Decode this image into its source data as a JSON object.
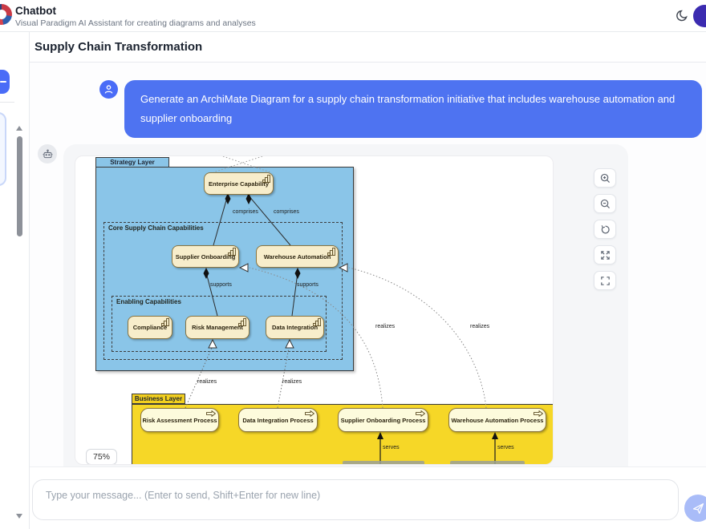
{
  "header": {
    "app_title": "Chatbot",
    "app_subtitle": "Visual Paradigm AI Assistant for creating diagrams and analyses",
    "icons": {
      "theme_toggle": "moon-icon",
      "user": "avatar-circle"
    },
    "avatar_color": "#3b2bb0"
  },
  "subheader": {
    "title": "Supply Chain Transformation"
  },
  "chat": {
    "user_message": "Generate an ArchiMate Diagram for a supply chain transformation initiative that includes warehouse automation and supplier onboarding",
    "zoom_badge": "75%",
    "icons": {
      "user_avatar": "person-icon",
      "bot_avatar": "robot-icon"
    }
  },
  "diagram_toolbar": {
    "buttons": [
      {
        "name": "zoom-in",
        "icon": "magnifier-plus-icon"
      },
      {
        "name": "zoom-out",
        "icon": "magnifier-minus-icon"
      },
      {
        "name": "reset-view",
        "icon": "rotate-ccw-icon"
      },
      {
        "name": "fit-screen",
        "icon": "expand-arrows-icon"
      },
      {
        "name": "fullscreen",
        "icon": "corner-brackets-icon"
      }
    ]
  },
  "diagram": {
    "colors": {
      "strategy_layer": "#8AC5E8",
      "business_layer": "#F6D727",
      "business_tab": "#F2CF1F",
      "capability_fill": "#F7EDCB",
      "process_fill": "#FDFBDC"
    },
    "groups": {
      "strategy_layer": {
        "label": "Strategy Layer"
      },
      "core_capabilities": {
        "label": "Core Supply Chain Capabilities"
      },
      "enabling_capabilities": {
        "label": "Enabling Capabilities"
      },
      "business_layer": {
        "label": "Business Layer"
      }
    },
    "nodes": {
      "enterprise_capability": "Enterprise Capability",
      "supplier_onboarding": "Supplier Onboarding",
      "warehouse_automation": "Warehouse Automation",
      "compliance": "Compliance",
      "risk_management": "Risk Management",
      "data_integration": "Data Integration",
      "risk_assessment_process": "Risk Assessment Process",
      "data_integration_process": "Data Integration Process",
      "supplier_onboarding_process": "Supplier Onboarding Process",
      "warehouse_automation_process": "Warehouse Automation Process"
    },
    "edge_labels": {
      "comprises_1": "comprises",
      "comprises_2": "comprises",
      "supports_1": "supports",
      "supports_2": "supports",
      "realizes_1": "realizes",
      "realizes_2": "realizes",
      "realizes_3": "realizes",
      "realizes_4": "realizes",
      "serves_1": "serves",
      "serves_2": "serves"
    }
  },
  "composer": {
    "placeholder": "Type your message... (Enter to send, Shift+Enter for new line)",
    "send_icon": "paper-plane-icon"
  },
  "accent_color": "#4a6cf7"
}
